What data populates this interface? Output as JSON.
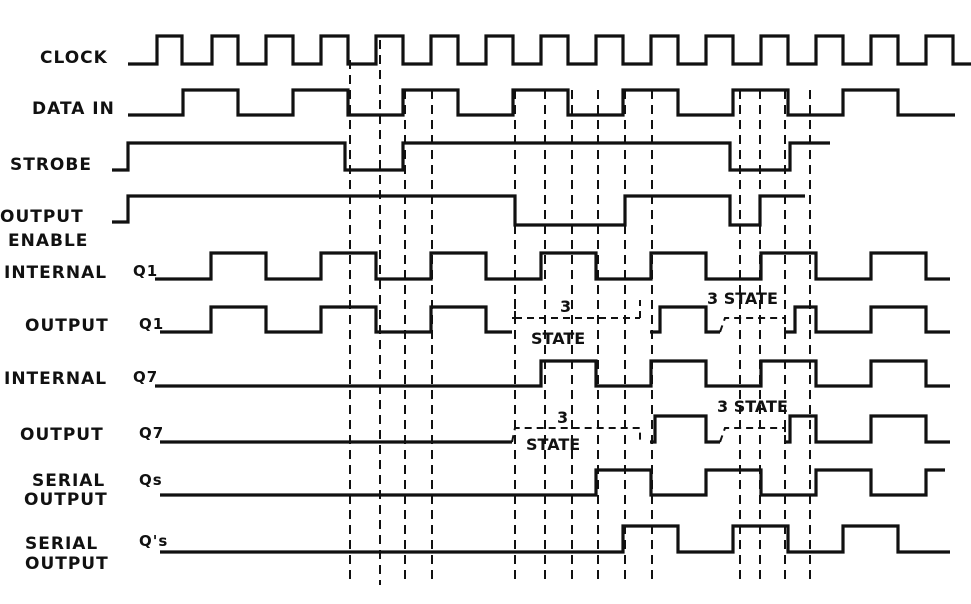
{
  "labels": {
    "clock": "CLOCK",
    "data_in": "DATA IN",
    "strobe": "STROBE",
    "output_enable_1": "OUTPUT",
    "output_enable_2": "ENABLE",
    "internal_q1_word": "INTERNAL",
    "internal_q1_sub": "Q1",
    "output_q1_word": "OUTPUT",
    "output_q1_sub": "Q1",
    "internal_q7_word": "INTERNAL",
    "internal_q7_sub": "Q7",
    "output_q7_word": "OUTPUT",
    "output_q7_sub": "Q7",
    "serial_qs_1": "SERIAL",
    "serial_qs_2": "OUTPUT",
    "serial_qs_sub": "Qs",
    "serial_qs2_1": "SERIAL",
    "serial_qs2_2": "OUTPUT",
    "serial_qs2_sub": "Q's"
  },
  "annotations": {
    "three": "3",
    "state": "STATE",
    "three_state": "3 STATE"
  }
}
